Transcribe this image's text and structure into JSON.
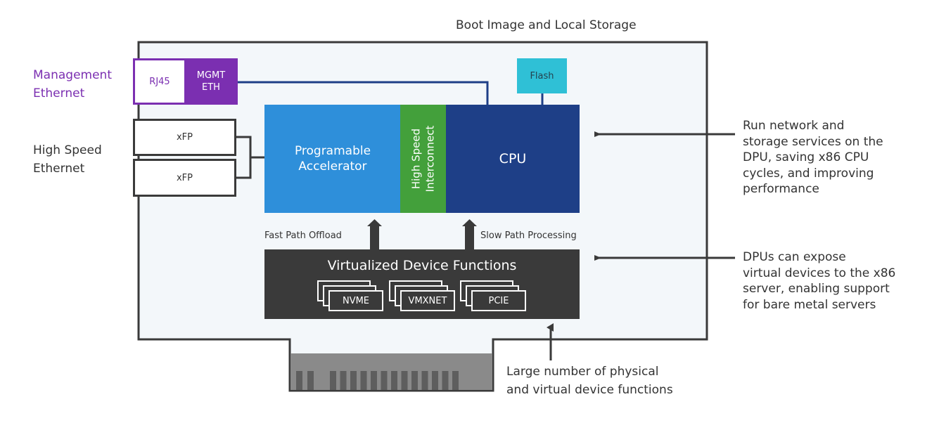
{
  "title": "Boot Image and Local Storage",
  "left_labels": {
    "management": [
      "Management",
      "Ethernet"
    ],
    "high_speed": [
      "High Speed",
      "Ethernet"
    ]
  },
  "ports": {
    "rj45": "RJ45",
    "mgmt_eth": [
      "MGMT",
      "ETH"
    ],
    "xfp": [
      "xFP",
      "xFP"
    ]
  },
  "components": {
    "flash": "Flash",
    "accelerator": [
      "Programable",
      "Accelerator"
    ],
    "interconnect": [
      "High Speed",
      "Interconnect"
    ],
    "cpu": "CPU"
  },
  "paths": {
    "fast": "Fast Path Offload",
    "slow": "Slow Path Processing"
  },
  "vdf": {
    "title": "Virtualized Device Functions",
    "functions": [
      "NVME",
      "VMXNET",
      "PCIE"
    ]
  },
  "annotations": {
    "run_services": [
      "Run network and",
      "storage services on the",
      "DPU, saving x86 CPU",
      "cycles, and improving",
      "performance"
    ],
    "expose_devices": [
      "DPUs can expose",
      "virtual devices to the x86",
      "server, enabling support",
      "for bare metal servers"
    ],
    "device_functions": [
      "Large number of physical",
      "and virtual device functions"
    ]
  },
  "colors": {
    "management": "#7b2fb1",
    "flash": "#2fc0d6",
    "accelerator": "#2e8fda",
    "interconnect": "#43a03b",
    "cpu": "#1e3f87",
    "vdf": "#3a3a3a",
    "board": "#f3f7fa",
    "outline": "#3a3a3a"
  }
}
